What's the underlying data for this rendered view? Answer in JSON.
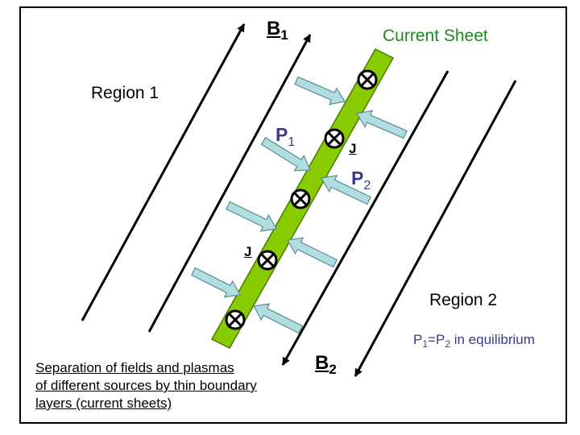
{
  "labels": {
    "region1": "Region 1",
    "region2": "Region 2",
    "current_sheet": "Current Sheet",
    "b1": {
      "letter": "B",
      "sub": "1"
    },
    "b2": {
      "letter": "B",
      "sub": "2"
    },
    "p1": {
      "letter": "P",
      "sub": "1"
    },
    "p2": {
      "letter": "P",
      "sub": "2"
    },
    "j_upper": "J",
    "j_lower": "J"
  },
  "equilibrium": {
    "p1": "P",
    "s1": "1",
    "eq": "=P",
    "s2": "2",
    "rest": " in equilibrium"
  },
  "caption": [
    "Separation of fields and plasmas",
    "of different sources by thin boundary",
    "layers (current sheets)"
  ],
  "colors": {
    "sheet_fill": "#88cc00",
    "sheet_stroke": "#4a7a00",
    "pressure_arrow_fill": "#b0dde0",
    "pressure_arrow_stroke": "#5a8a98",
    "field_lines": "#000000",
    "label_blue": "#3a3a8c",
    "title_green": "#1a8a1a"
  },
  "icons": {
    "current_into_page": "circled-x-icon",
    "pressure": "pressure-arrow-icon",
    "field_line": "field-line-arrow"
  }
}
